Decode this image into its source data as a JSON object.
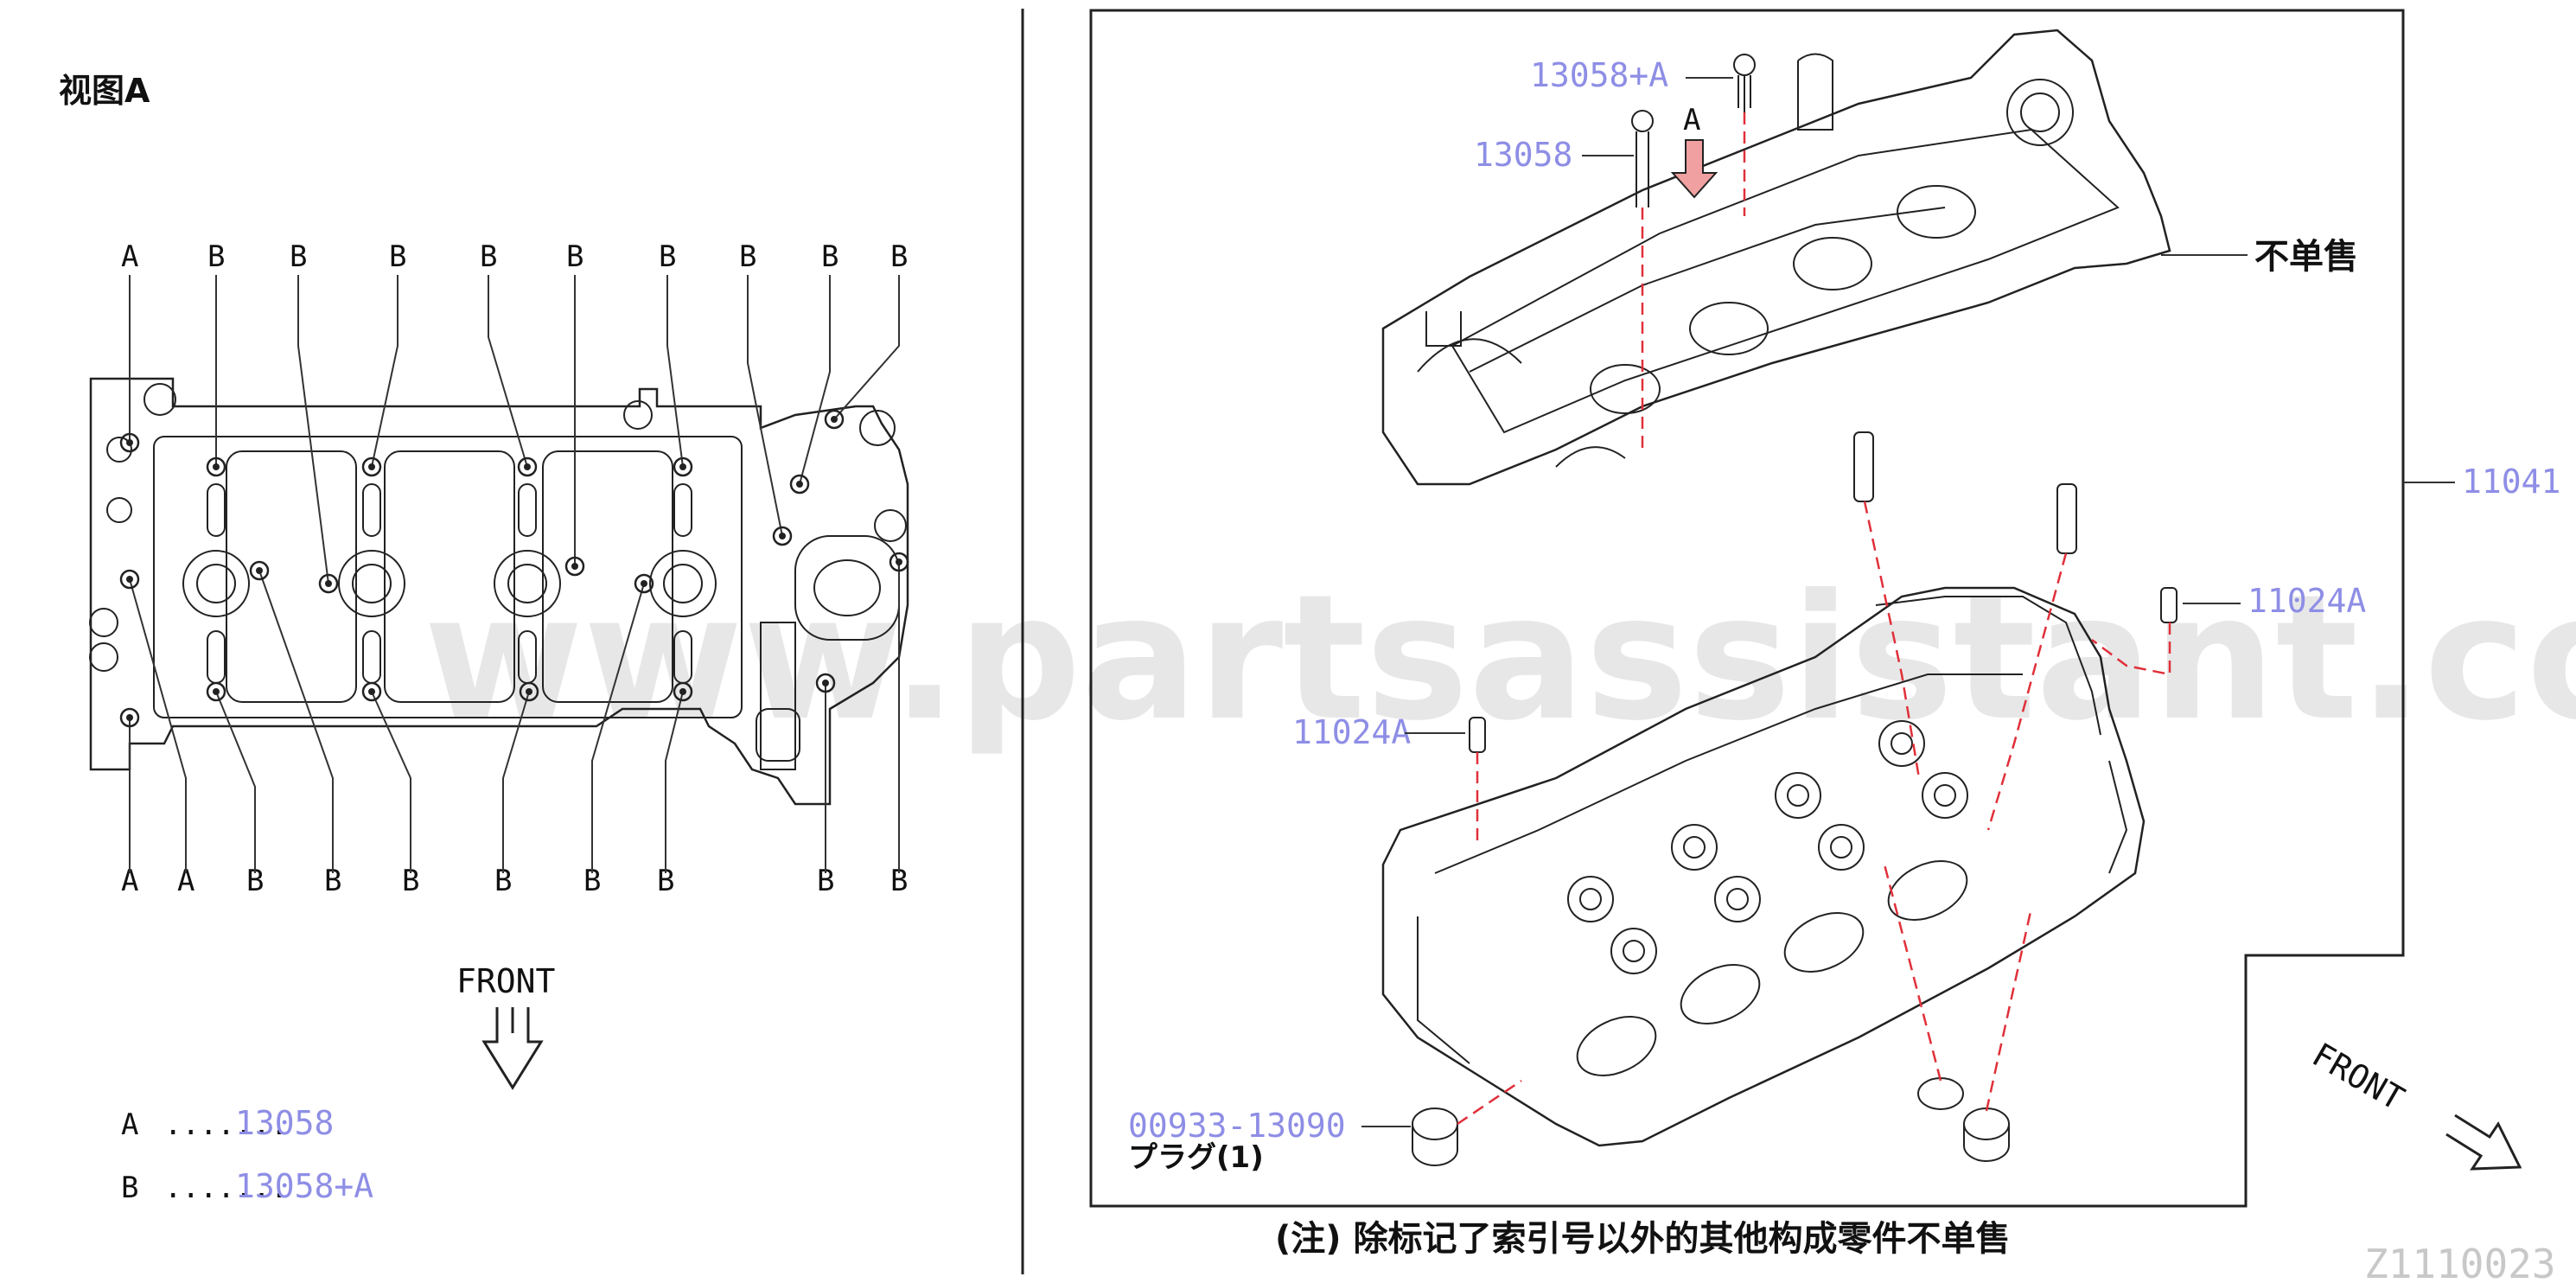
{
  "view_a": {
    "title": "视图A",
    "top_letters": [
      "A",
      "B",
      "B",
      "B",
      "B",
      "B",
      "B",
      "B",
      "B",
      "B"
    ],
    "bottom_letters": [
      "A",
      "A",
      "B",
      "B",
      "B",
      "B",
      "B",
      "B",
      "B",
      "B"
    ],
    "front_label": "FRONT",
    "legend": [
      {
        "letter": "A",
        "dots": ".......",
        "part": "13058"
      },
      {
        "letter": "B",
        "dots": ".......",
        "part": "13058+A"
      }
    ]
  },
  "exploded": {
    "parts": {
      "bolt_long": "13058+A",
      "bolt_short": "13058",
      "cylinder_head": "11041",
      "dowel_right": "11024A",
      "dowel_left": "11024A",
      "plug": "00933-13090"
    },
    "plug_note": "プラグ(1)",
    "not_sold_label": "不单售",
    "view_marker": "A",
    "front_label": "FRONT"
  },
  "footnote": "(注) 除标记了索引号以外的其他构成零件不单售",
  "diagram_code": "Z1110023",
  "watermark": "www.partsassistant.com",
  "colors": {
    "part_number": "#8e8ee6",
    "red_dash": "#e0303a",
    "arrow_fill": "#f0a0a0"
  },
  "icons": {
    "front_arrow": "arrow-down-icon",
    "view_arrow": "arrow-down-icon"
  }
}
